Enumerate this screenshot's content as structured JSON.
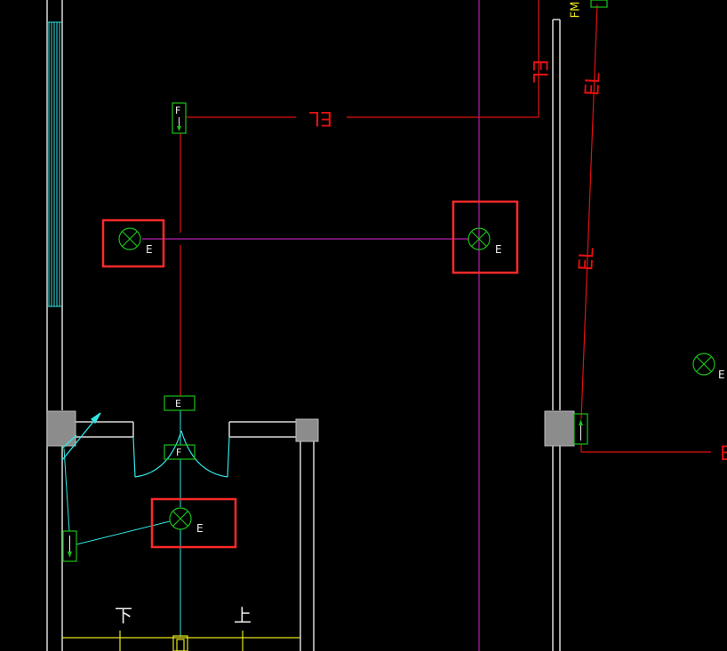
{
  "labels": {
    "el_top_dim": "EL",
    "el_right_upper": "EL",
    "el_right_mid": "EL",
    "el_vertical_top": "EL",
    "fm_tag": "FM",
    "e_fixture_1": "E",
    "e_fixture_2": "E",
    "e_fixture_3": "E",
    "e_fixture_right": "E",
    "e_right_edge": "E",
    "f_box_top": "F",
    "e_box_middle": "E",
    "f_box_door": "F",
    "stair_down": "下",
    "stair_up": "上"
  },
  "colors": {
    "background": "#000000",
    "wall": "#d9d9d9",
    "column": "#8c8c8c",
    "cyan": "#33e6e6",
    "red_wire": "#e01010",
    "magenta": "#b020b0",
    "green_symbol": "#19c019",
    "highlight": "#ff2a2a",
    "yellow": "#e6e61a",
    "text_white": "#f0f0f0"
  }
}
